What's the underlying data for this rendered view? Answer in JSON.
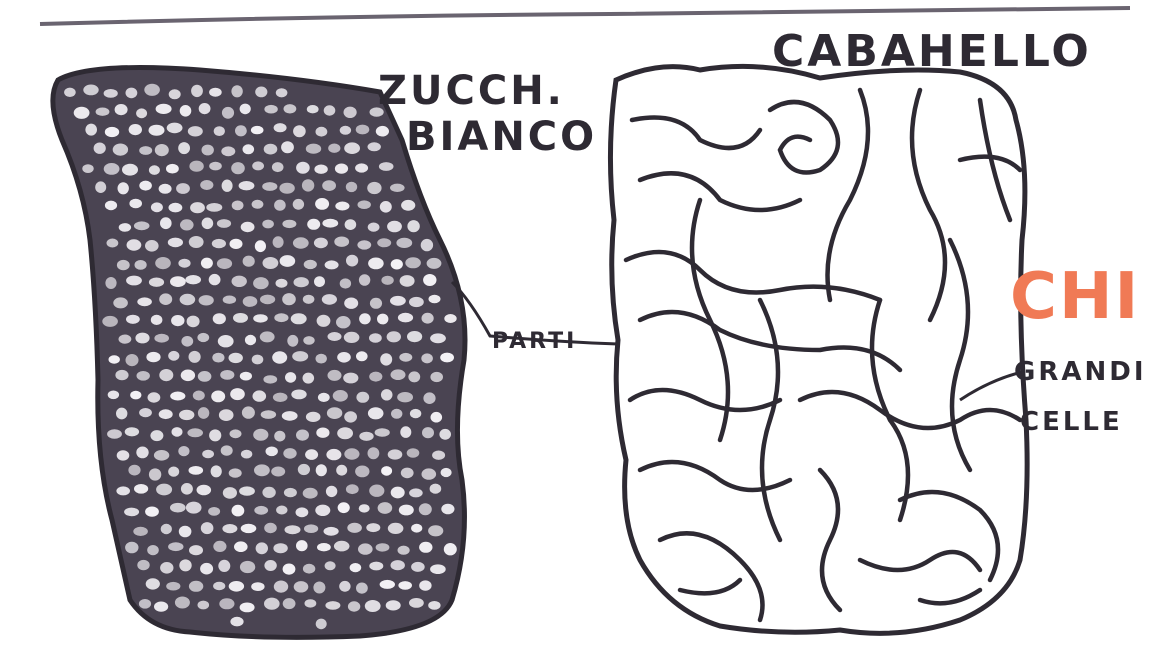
{
  "labels": {
    "left_title_line1": "ZUCCH.",
    "left_title_line2": "BIANCO",
    "right_title": "CABAHELLO",
    "connector_label": "PARTI",
    "highlight": "CHI",
    "right_note_line1": "GRANDI",
    "right_note_line2": "CELLE"
  },
  "colors": {
    "ink": "#2e2a33",
    "left_mass": "#4a4452",
    "cell": "#f4f2f6",
    "highlight": "#f07a55",
    "paper": "#ffffff"
  }
}
